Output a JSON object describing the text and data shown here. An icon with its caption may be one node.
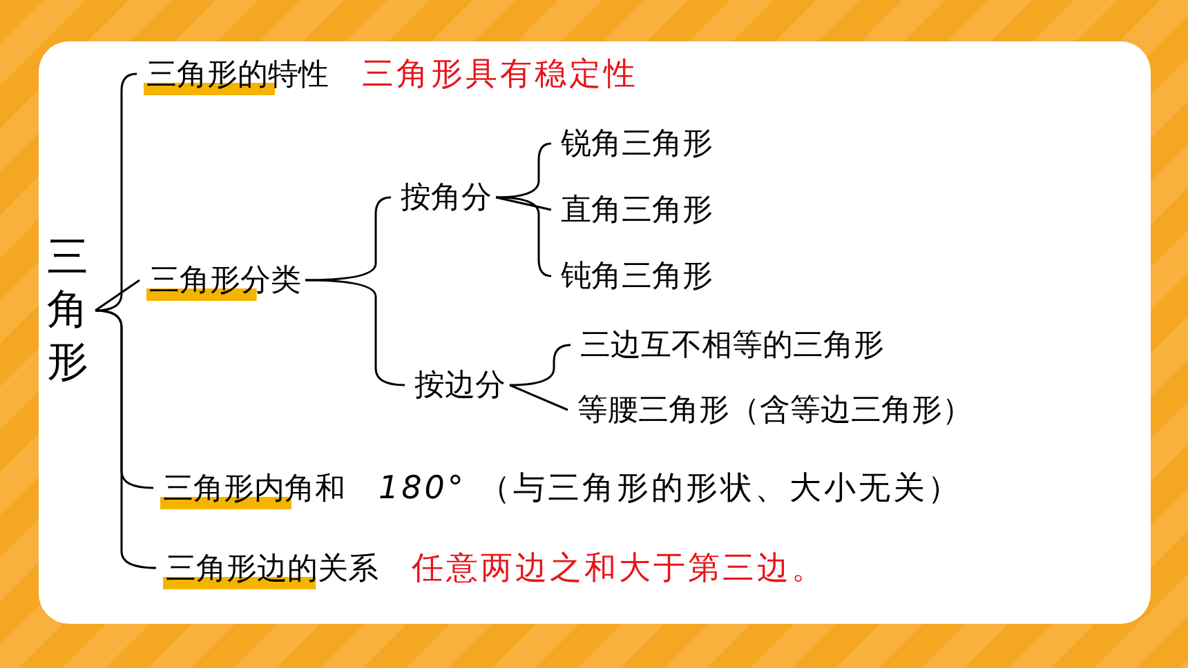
{
  "diagram": {
    "nodes": [
      {
        "text": [
          "三角形"
        ]
      },
      {
        "text": [
          "三角形的特性"
        ],
        "beside": [
          "三角形具有稳定性"
        ]
      },
      {
        "text": [
          "三角形分类"
        ]
      },
      {
        "text": [
          "按角分"
        ]
      },
      {
        "text": [
          "锐角三角形"
        ]
      },
      {
        "text": [
          "直角三角形"
        ]
      },
      {
        "text": [
          "钝角三角形"
        ]
      },
      {
        "text": [
          "按边分"
        ]
      },
      {
        "text": [
          "三边互不相等的三角形"
        ]
      },
      {
        "text": [
          "等腰三角形（含等边三角形）"
        ]
      },
      {
        "text": [
          "三角形内角和"
        ],
        "beside": [
          "*180°* （与三角形的形状、大小无关）"
        ]
      },
      {
        "text": [
          "三角形边的关系"
        ],
        "beside": [
          "任意两边之和大于第三边。"
        ]
      }
    ],
    "edges": [
      {
        "from": 0,
        "to": 1,
        "arrow": "none"
      },
      {
        "from": 0,
        "to": 2,
        "arrow": "none"
      },
      {
        "from": 0,
        "to": 10,
        "arrow": "none"
      },
      {
        "from": 0,
        "to": 11,
        "arrow": "none"
      },
      {
        "from": 2,
        "to": 3,
        "arrow": "none"
      },
      {
        "from": 2,
        "to": 7,
        "arrow": "none"
      },
      {
        "from": 3,
        "to": 4,
        "arrow": "none"
      },
      {
        "from": 3,
        "to": 5,
        "arrow": "none"
      },
      {
        "from": 3,
        "to": 6,
        "arrow": "none"
      },
      {
        "from": 7,
        "to": 8,
        "arrow": "none"
      },
      {
        "from": 7,
        "to": 9,
        "arrow": "none"
      }
    ]
  }
}
